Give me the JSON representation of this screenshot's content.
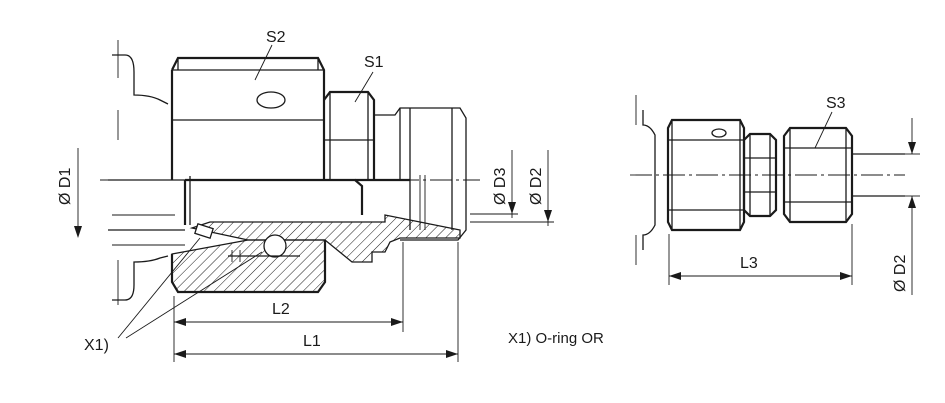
{
  "labels": {
    "s2": "S2",
    "s1": "S1",
    "s3": "S3",
    "d1": "Ø D1",
    "d3": "Ø D3",
    "d2_left": "Ø D2",
    "d2_right": "Ø D2",
    "l1": "L1",
    "l2": "L2",
    "l3": "L3",
    "x1": "X1)"
  },
  "note": "X1) O-ring OR"
}
